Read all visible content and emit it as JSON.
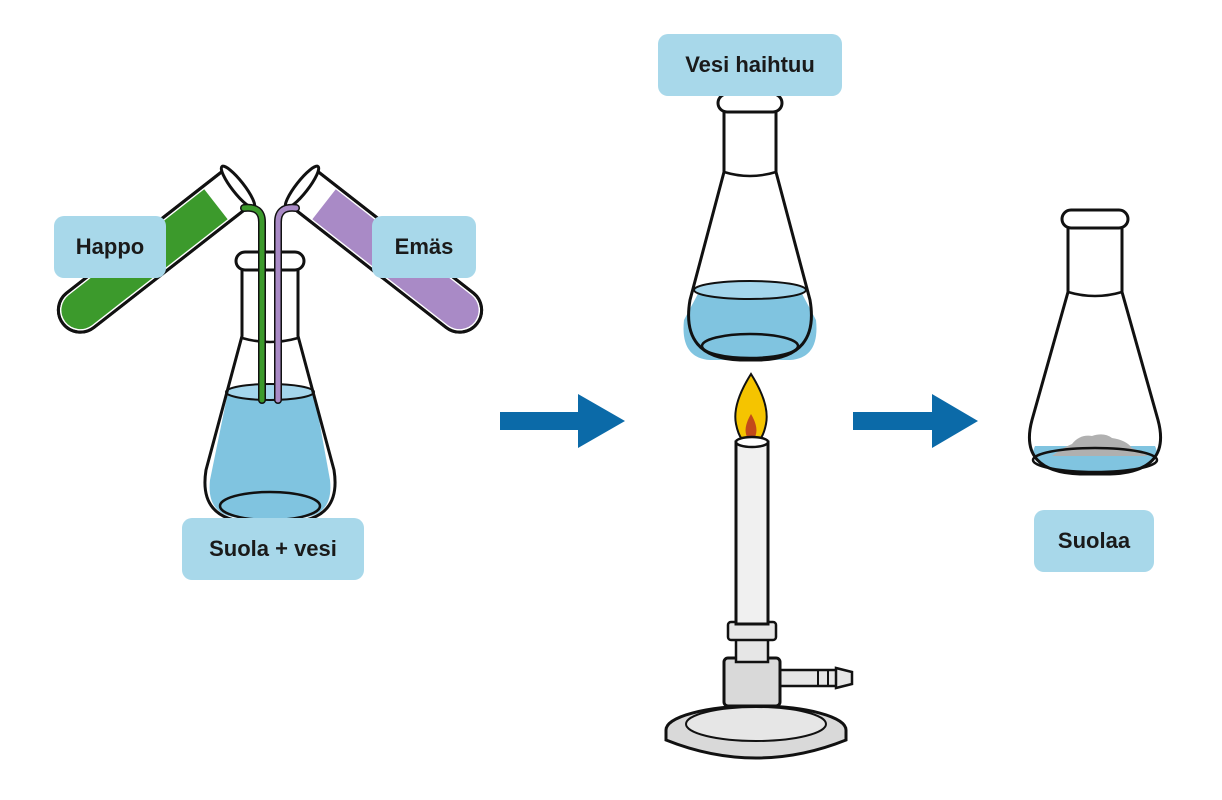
{
  "labels": {
    "acid": "Happo",
    "base": "Emäs",
    "salt_water": "Suola + vesi",
    "water_evaporates": "Vesi haihtuu",
    "salt": "Suolaa"
  },
  "colors": {
    "acid": "#3c9a2c",
    "base": "#a98ac6",
    "water": "#80c4e0",
    "arrow": "#0b6aa8",
    "label_bg": "#a8d8ea",
    "salt": "#b0b0b0",
    "burner": "#d9d9d9",
    "flame_outer": "#f5c400",
    "flame_inner": "#c24a1a"
  },
  "icons": [
    "test-tube-icon",
    "erlenmeyer-flask-icon",
    "bunsen-burner-icon",
    "flame-icon",
    "arrow-right-icon"
  ]
}
